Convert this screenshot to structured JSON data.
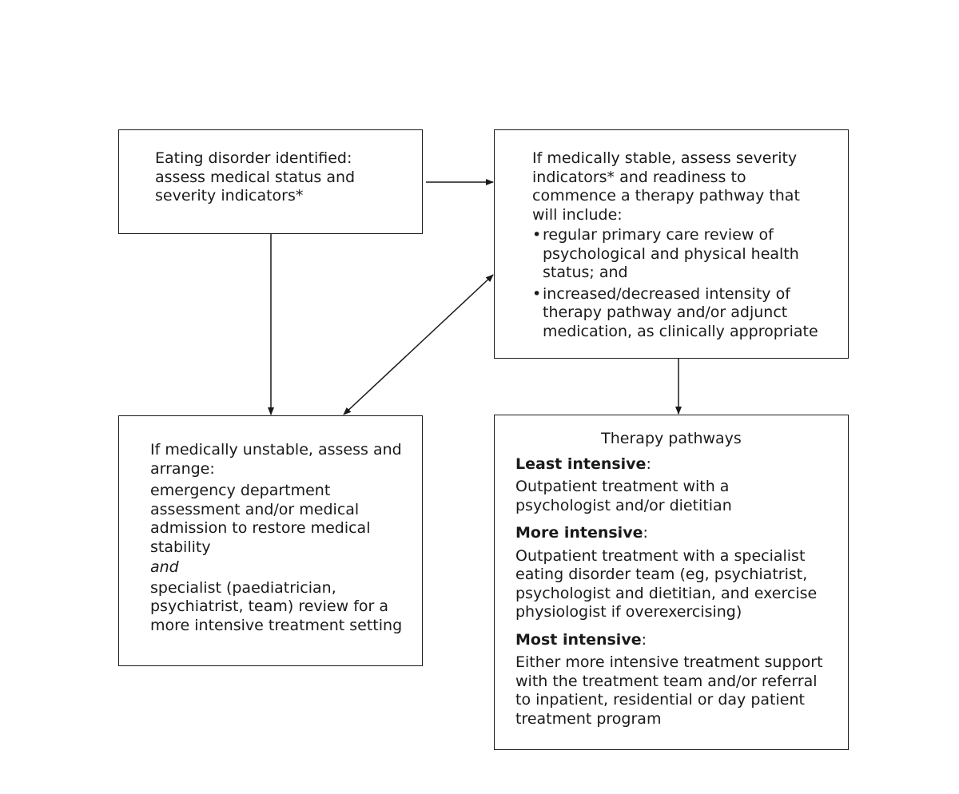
{
  "box_identify": {
    "lines": [
      "Eating disorder identified:",
      "assess medical status and",
      "severity indicators*"
    ]
  },
  "box_stable": {
    "intro_lines": [
      "If medically stable, assess severity",
      "indicators* and readiness to",
      "commence a therapy pathway that",
      "will include:"
    ],
    "bullet_glyph": "•",
    "bullet1_lines": [
      "regular primary care review of",
      "psychological and physical health",
      "status; and"
    ],
    "bullet2_lines": [
      "increased/decreased intensity of",
      "therapy pathway and/or adjunct",
      "medication, as clinically appropriate"
    ]
  },
  "box_unstable": {
    "intro_lines": [
      "If medically unstable, assess and",
      "arrange:"
    ],
    "para1_lines": [
      "emergency department",
      "assessment and/or medical",
      "admission to restore medical",
      "stability"
    ],
    "conjunction": "and",
    "para2_lines": [
      "specialist (paediatrician,",
      "psychiatrist, team) review for a",
      "more intensive treatment setting"
    ]
  },
  "box_pathways": {
    "title": "Therapy pathways",
    "least_label": "Least intensive",
    "least_lines": [
      "Outpatient treatment with a",
      "psychologist and/or dietitian"
    ],
    "more_label": "More intensive",
    "more_lines": [
      "Outpatient treatment with a specialist",
      "eating disorder team (eg, psychiatrist,",
      "psychologist and dietitian, and exercise",
      "physiologist if overexercising)"
    ],
    "most_label": "Most intensive",
    "most_lines": [
      "Either more intensive treatment support",
      "with the treatment team and/or referral",
      "to inpatient, residential or day patient",
      "treatment program"
    ],
    "colon": ":"
  },
  "colors": {
    "stroke": "#1a1a1a",
    "background": "#ffffff"
  }
}
